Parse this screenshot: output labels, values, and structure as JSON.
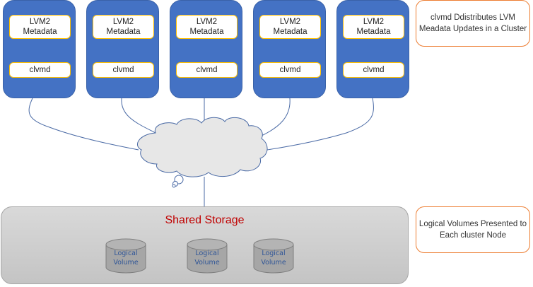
{
  "nodes": [
    {
      "metadata_label": "LVM2\nMetadata",
      "daemon_label": "clvmd"
    },
    {
      "metadata_label": "LVM2\nMetadata",
      "daemon_label": "clvmd"
    },
    {
      "metadata_label": "LVM2\nMetadata",
      "daemon_label": "clvmd"
    },
    {
      "metadata_label": "LVM2\nMetadata",
      "daemon_label": "clvmd"
    },
    {
      "metadata_label": "LVM2\nMetadata",
      "daemon_label": "clvmd"
    }
  ],
  "network": {
    "icon": "cloud-icon"
  },
  "storage": {
    "title": "Shared Storage",
    "volumes": [
      {
        "label": "Logical\nVolume"
      },
      {
        "label": "Logical\nVolume"
      },
      {
        "label": "Logical\nVolume"
      }
    ]
  },
  "notes": {
    "top": "clvmd Ddistributes LVM\nMeadata Updates in a Cluster",
    "bottom": "Logical Volumes Presented to\nEach cluster Node"
  },
  "colors": {
    "node_fill": "#4472c4",
    "inner_border": "#ffc000",
    "note_border": "#ed7d31",
    "storage_title": "#c00000",
    "volume_text": "#2f5597"
  }
}
